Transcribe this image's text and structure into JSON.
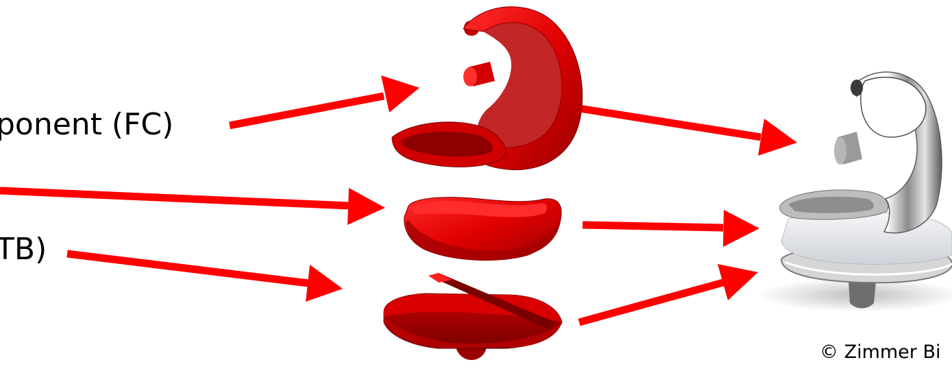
{
  "labels": {
    "femoral_component": "ponent (FC)",
    "tibial_baseplate": "TB)"
  },
  "copyright": "© Zimmer Bi",
  "colors": {
    "arrow": "#ff0000",
    "component_red": "#e00000",
    "component_dark_red": "#8a0000",
    "metal": "#c8c8c8",
    "insert": "#e8eaee"
  },
  "icons": {
    "femoral_component": "femoral-component-part",
    "tibial_insert": "tibial-insert-part",
    "tibial_baseplate": "tibial-baseplate-part",
    "assembled_implant": "knee-implant-photo"
  }
}
